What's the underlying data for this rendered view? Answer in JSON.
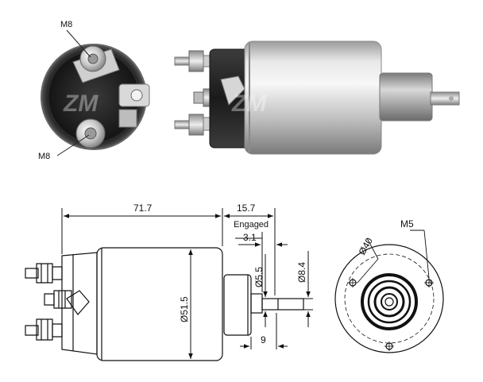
{
  "watermark": "ZM",
  "photo_labels": {
    "terminal_top": "M8",
    "terminal_bottom": "M8"
  },
  "dimensions": {
    "overall_length": "71.7",
    "plunger_travel": "15.7",
    "engaged_label": "Engaged",
    "engaged_offset": "3.1",
    "shaft_diameter": "Ø5.5",
    "boss_diameter": "Ø8.4",
    "body_diameter": "Ø51.5",
    "shaft_length": "9"
  },
  "end_view": {
    "pcd_label": "Ø40",
    "thread_label": "M5"
  }
}
